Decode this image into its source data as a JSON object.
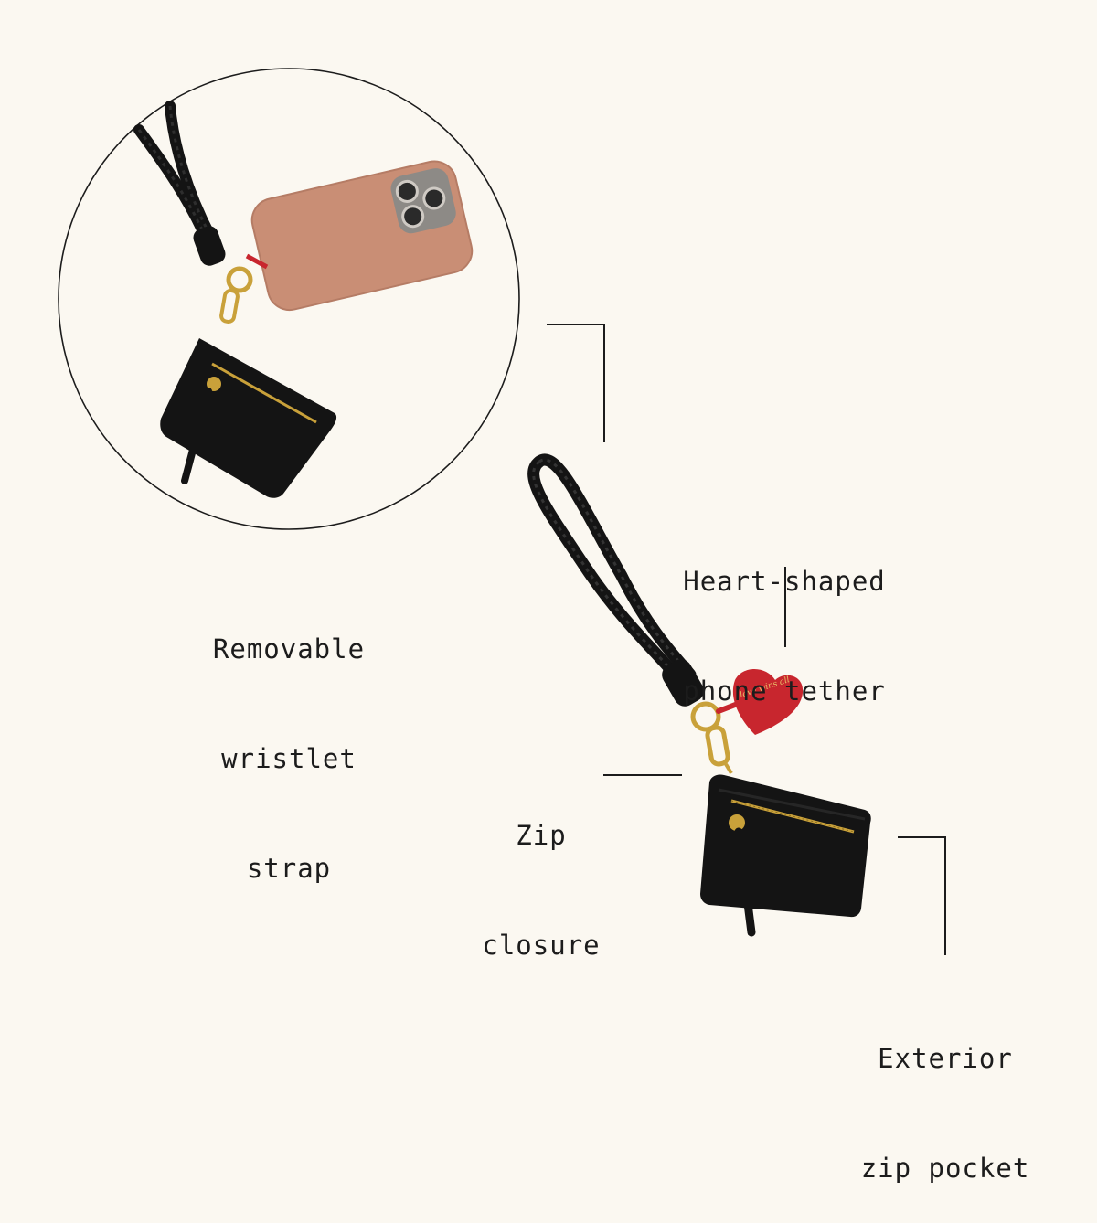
{
  "colors": {
    "background": "#fbf8f1",
    "leather": "#141414",
    "gold": "#c9a13a",
    "phone_case": "#c98e75",
    "heart_red": "#c8262e",
    "line": "#1c1c1c"
  },
  "callouts": {
    "wristlet_strap": [
      "Removable",
      "wristlet",
      "strap"
    ],
    "phone_tether": [
      "Heart-shaped",
      "phone tether"
    ],
    "zip_closure": [
      "Zip",
      "closure"
    ],
    "exterior_pocket": [
      "Exterior",
      "zip pocket"
    ]
  },
  "heart_tag_text": "love wins all"
}
